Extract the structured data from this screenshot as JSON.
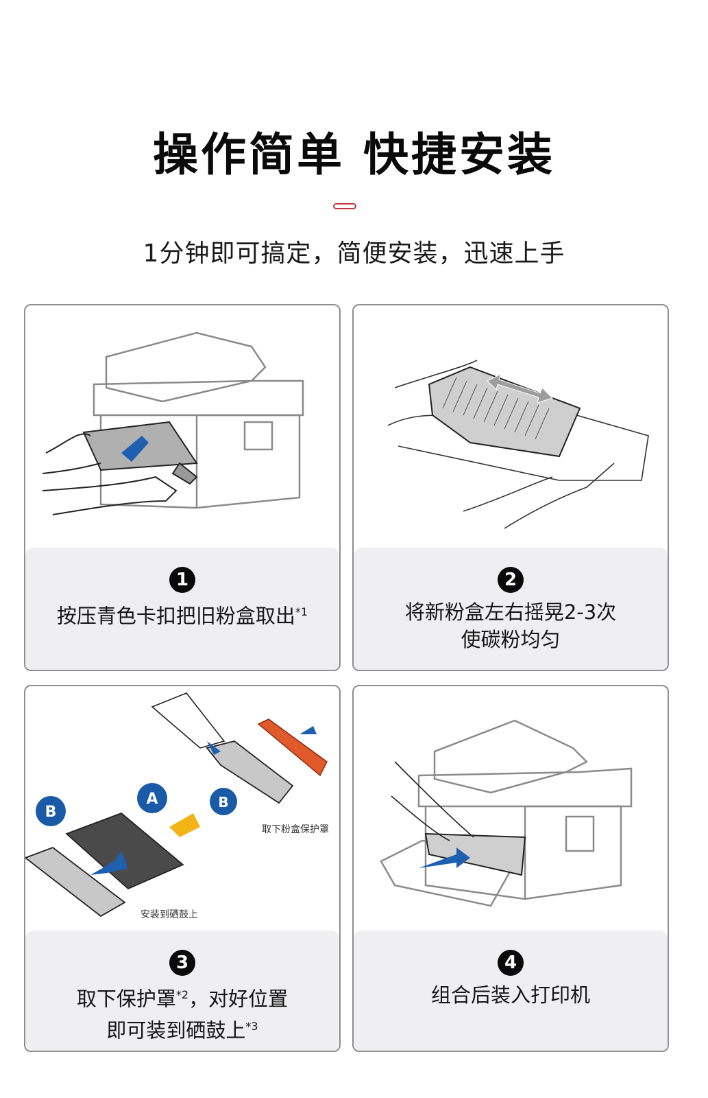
{
  "header": {
    "title": "操作简单 快捷安装",
    "subtitle": "1分钟即可搞定，简便安装，迅速上手",
    "accent_color": "#c0383d"
  },
  "steps": [
    {
      "number": "1",
      "line1": "按压青色卡扣把旧粉盒取出",
      "line1_sup": "*1",
      "line2": "",
      "illustration": "printer-remove-cartridge"
    },
    {
      "number": "2",
      "line1": "将新粉盒左右摇晃2-3次",
      "line2": "使碳粉均匀",
      "illustration": "shake-cartridge"
    },
    {
      "number": "3",
      "line1": "取下保护罩",
      "line1_sup": "*2",
      "line1_tail": "，对好位置",
      "line2": "即可装到硒鼓上",
      "line2_sup": "*3",
      "illustration": "attach-to-drum",
      "labels": {
        "remove_cover": "取下粉盒保护罩",
        "install_drum": "安装到硒鼓上",
        "marker_a": "A",
        "marker_b": "B"
      }
    },
    {
      "number": "4",
      "line1": "组合后装入打印机",
      "line2": "",
      "illustration": "insert-into-printer"
    }
  ]
}
